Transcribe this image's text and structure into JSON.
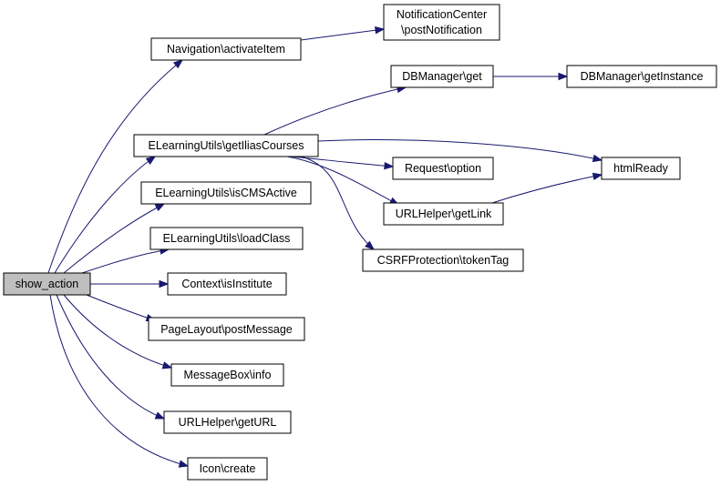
{
  "colors": {
    "edge": "#191970",
    "node_fill": "#ffffff",
    "root_fill": "#bfbfbf",
    "border": "#000000"
  },
  "nodes": {
    "show_action": {
      "lines": [
        "show_action"
      ]
    },
    "navigation_activate_item": {
      "lines": [
        "Navigation\\activateItem"
      ]
    },
    "notification_center_post": {
      "lines": [
        "NotificationCenter",
        "\\postNotification"
      ]
    },
    "dbmanager_get": {
      "lines": [
        "DBManager\\get"
      ]
    },
    "dbmanager_get_instance": {
      "lines": [
        "DBManager\\getInstance"
      ]
    },
    "elearning_get_ilias_courses": {
      "lines": [
        "ELearningUtils\\getIliasCourses"
      ]
    },
    "html_ready": {
      "lines": [
        "htmlReady"
      ]
    },
    "request_option": {
      "lines": [
        "Request\\option"
      ]
    },
    "elearning_is_cms_active": {
      "lines": [
        "ELearningUtils\\isCMSActive"
      ]
    },
    "url_helper_get_link": {
      "lines": [
        "URLHelper\\getLink"
      ]
    },
    "elearning_load_class": {
      "lines": [
        "ELearningUtils\\loadClass"
      ]
    },
    "csrf_token_tag": {
      "lines": [
        "CSRFProtection\\tokenTag"
      ]
    },
    "context_is_institute": {
      "lines": [
        "Context\\isInstitute"
      ]
    },
    "page_layout_post_message": {
      "lines": [
        "PageLayout\\postMessage"
      ]
    },
    "message_box_info": {
      "lines": [
        "MessageBox\\info"
      ]
    },
    "url_helper_get_url": {
      "lines": [
        "URLHelper\\getURL"
      ]
    },
    "icon_create": {
      "lines": [
        "Icon\\create"
      ]
    }
  },
  "edges": [
    {
      "from": "show_action",
      "to": "navigation_activate_item"
    },
    {
      "from": "show_action",
      "to": "elearning_get_ilias_courses"
    },
    {
      "from": "show_action",
      "to": "elearning_is_cms_active"
    },
    {
      "from": "show_action",
      "to": "elearning_load_class"
    },
    {
      "from": "show_action",
      "to": "context_is_institute"
    },
    {
      "from": "show_action",
      "to": "page_layout_post_message"
    },
    {
      "from": "show_action",
      "to": "message_box_info"
    },
    {
      "from": "show_action",
      "to": "url_helper_get_url"
    },
    {
      "from": "show_action",
      "to": "icon_create"
    },
    {
      "from": "navigation_activate_item",
      "to": "notification_center_post"
    },
    {
      "from": "elearning_get_ilias_courses",
      "to": "dbmanager_get"
    },
    {
      "from": "elearning_get_ilias_courses",
      "to": "html_ready"
    },
    {
      "from": "elearning_get_ilias_courses",
      "to": "request_option"
    },
    {
      "from": "elearning_get_ilias_courses",
      "to": "url_helper_get_link"
    },
    {
      "from": "elearning_get_ilias_courses",
      "to": "csrf_token_tag"
    },
    {
      "from": "dbmanager_get",
      "to": "dbmanager_get_instance"
    },
    {
      "from": "url_helper_get_link",
      "to": "html_ready"
    }
  ]
}
